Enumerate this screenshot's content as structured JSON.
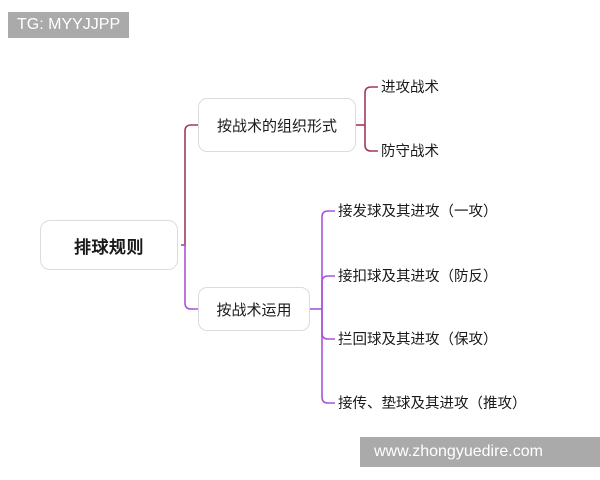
{
  "mindmap": {
    "root": {
      "label": "排球规则"
    },
    "branches": [
      {
        "label": "按战术的组织形式",
        "color": "#a4395a",
        "leaves": [
          {
            "label": "进攻战术"
          },
          {
            "label": "防守战术"
          }
        ]
      },
      {
        "label": "按战术运用",
        "color": "#a855d8",
        "leaves": [
          {
            "label": "接发球及其进攻（一攻）"
          },
          {
            "label": "接扣球及其进攻（防反）"
          },
          {
            "label": "拦回球及其进攻（保攻）"
          },
          {
            "label": "接传、垫球及其进攻（推攻）"
          }
        ]
      }
    ]
  },
  "watermarks": {
    "telegram": "TG: MYYJJPP",
    "website": "www.zhongyuedire.com"
  },
  "colors": {
    "background": "#ffffff",
    "node_border": "#dcdcde",
    "node_fill": "#ffffff",
    "text": "#1a1a1a",
    "branch_one_line": "#a4395a",
    "branch_two_line": "#a855d8",
    "watermark_bg": "#aaaaaa",
    "watermark_text": "#ffffff"
  }
}
